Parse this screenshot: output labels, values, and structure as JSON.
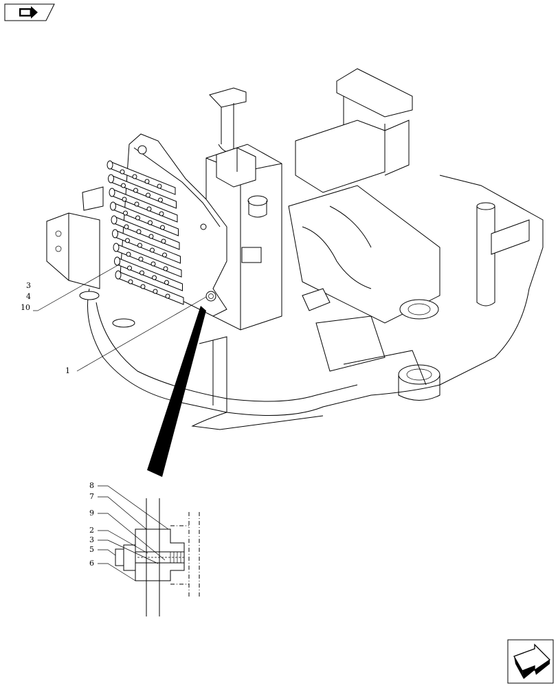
{
  "nav": {
    "prev_icon": "book-arrow-icon",
    "next_icon": "next-page-arrow-icon"
  },
  "main_view": {
    "callouts": [
      {
        "id": "c3a",
        "label": "3"
      },
      {
        "id": "c4a",
        "label": "4"
      },
      {
        "id": "c10",
        "label": "10"
      },
      {
        "id": "c1",
        "label": "1"
      }
    ]
  },
  "detail_view": {
    "callouts": [
      {
        "id": "c8",
        "label": "8"
      },
      {
        "id": "c7",
        "label": "7"
      },
      {
        "id": "c9",
        "label": "9"
      },
      {
        "id": "c2",
        "label": "2"
      },
      {
        "id": "c3b",
        "label": "3"
      },
      {
        "id": "c5",
        "label": "5"
      },
      {
        "id": "c6",
        "label": "6"
      }
    ]
  }
}
